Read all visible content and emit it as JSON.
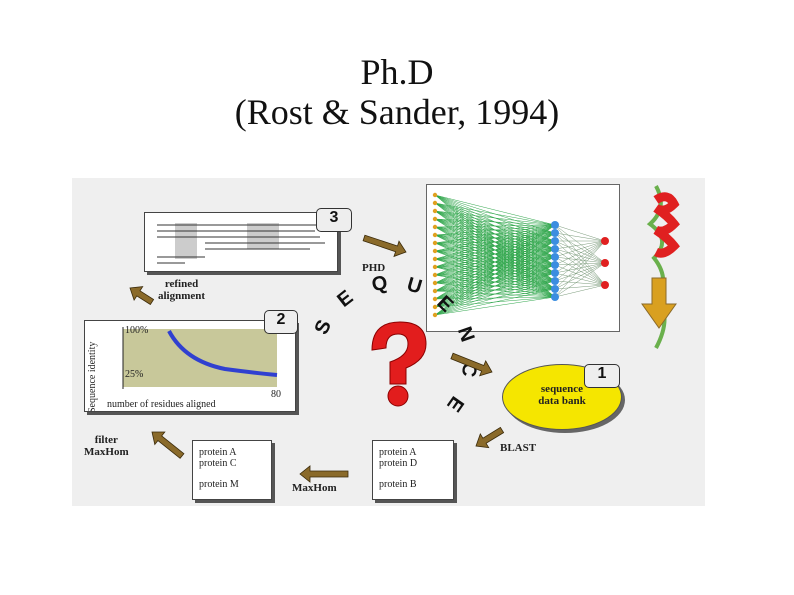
{
  "title": {
    "line1": "Ph.D",
    "line2": "(Rost & Sander, 1994)"
  },
  "steps": {
    "step1": {
      "number": "1",
      "label_line1": "sequence",
      "label_line2": "data bank"
    },
    "step2": {
      "number": "2"
    },
    "step3": {
      "number": "3"
    }
  },
  "center": {
    "letters": [
      "S",
      "E",
      "Q",
      "U",
      "E",
      "N",
      "C",
      "E"
    ]
  },
  "labels": {
    "blast": "BLAST",
    "maxhom": "MaxHom",
    "filter_maxhom_line1": "filter",
    "filter_maxhom_line2": "MaxHom",
    "refined_alignment_line1": "refined",
    "refined_alignment_line2": "alignment",
    "phd": "PHD"
  },
  "protein_lists": {
    "right": [
      "protein A",
      "protein D",
      "protein B"
    ],
    "left": [
      "protein A",
      "protein C",
      "protein M"
    ]
  },
  "plot": {
    "ylabel": "Sequence identity",
    "y_top": "100%",
    "y_bottom": "25%",
    "x_right": "80",
    "xlabel": "number of residues aligned"
  },
  "colors": {
    "yellow": "#f5e600",
    "arrow": "#8a6a2a",
    "red": "#e02020",
    "net_green": "#2fa64b",
    "net_blue": "#3b8de0",
    "plot_bg": "#c8c89a",
    "plot_curve": "#3040d0"
  }
}
